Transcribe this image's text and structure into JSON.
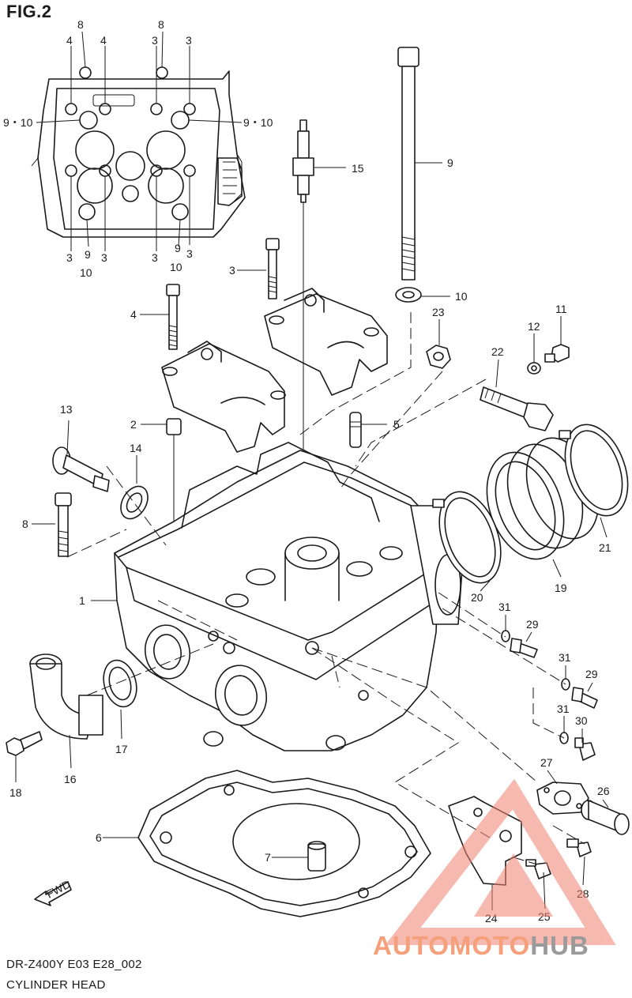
{
  "figure_label": "FIG.2",
  "caption": {
    "model_code": "DR-Z400Y E03 E28_002",
    "title": "CYLINDER HEAD"
  },
  "fwd_label": "FWD",
  "watermark": {
    "text_part_a": "AUTOMOTO",
    "text_part_b": "HUB",
    "color_triangle": "#f08070",
    "color_a": "#f5a07a",
    "color_b": "#9a9a9a"
  },
  "inset_callouts": {
    "top_8_left": "8",
    "top_8_right": "8",
    "top_4_a": "4",
    "top_4_b": "4",
    "top_3_a": "3",
    "top_3_b": "3",
    "left_9_10": "9・10",
    "right_9_10": "9・10",
    "bottom_3_a": "3",
    "bottom_9_a": "9",
    "bottom_10_a": "10",
    "bottom_3_b": "3",
    "bottom_3_c": "3",
    "bottom_9_b": "9",
    "bottom_10_b": "10",
    "bottom_3_d": "3"
  },
  "callouts": {
    "p1": "1",
    "p2": "2",
    "p3": "3",
    "p4": "4",
    "p5": "5",
    "p6": "6",
    "p7": "7",
    "p8": "8",
    "p9": "9",
    "p10": "10",
    "p11": "11",
    "p12": "12",
    "p13": "13",
    "p14": "14",
    "p15": "15",
    "p16": "16",
    "p17": "17",
    "p18": "18",
    "p19": "19",
    "p20": "20",
    "p21": "21",
    "p22": "22",
    "p23": "23",
    "p24": "24",
    "p25": "25",
    "p26": "26",
    "p27": "27",
    "p28": "28",
    "p29a": "29",
    "p29b": "29",
    "p30": "30",
    "p31a": "31",
    "p31b": "31",
    "p31c": "31"
  }
}
